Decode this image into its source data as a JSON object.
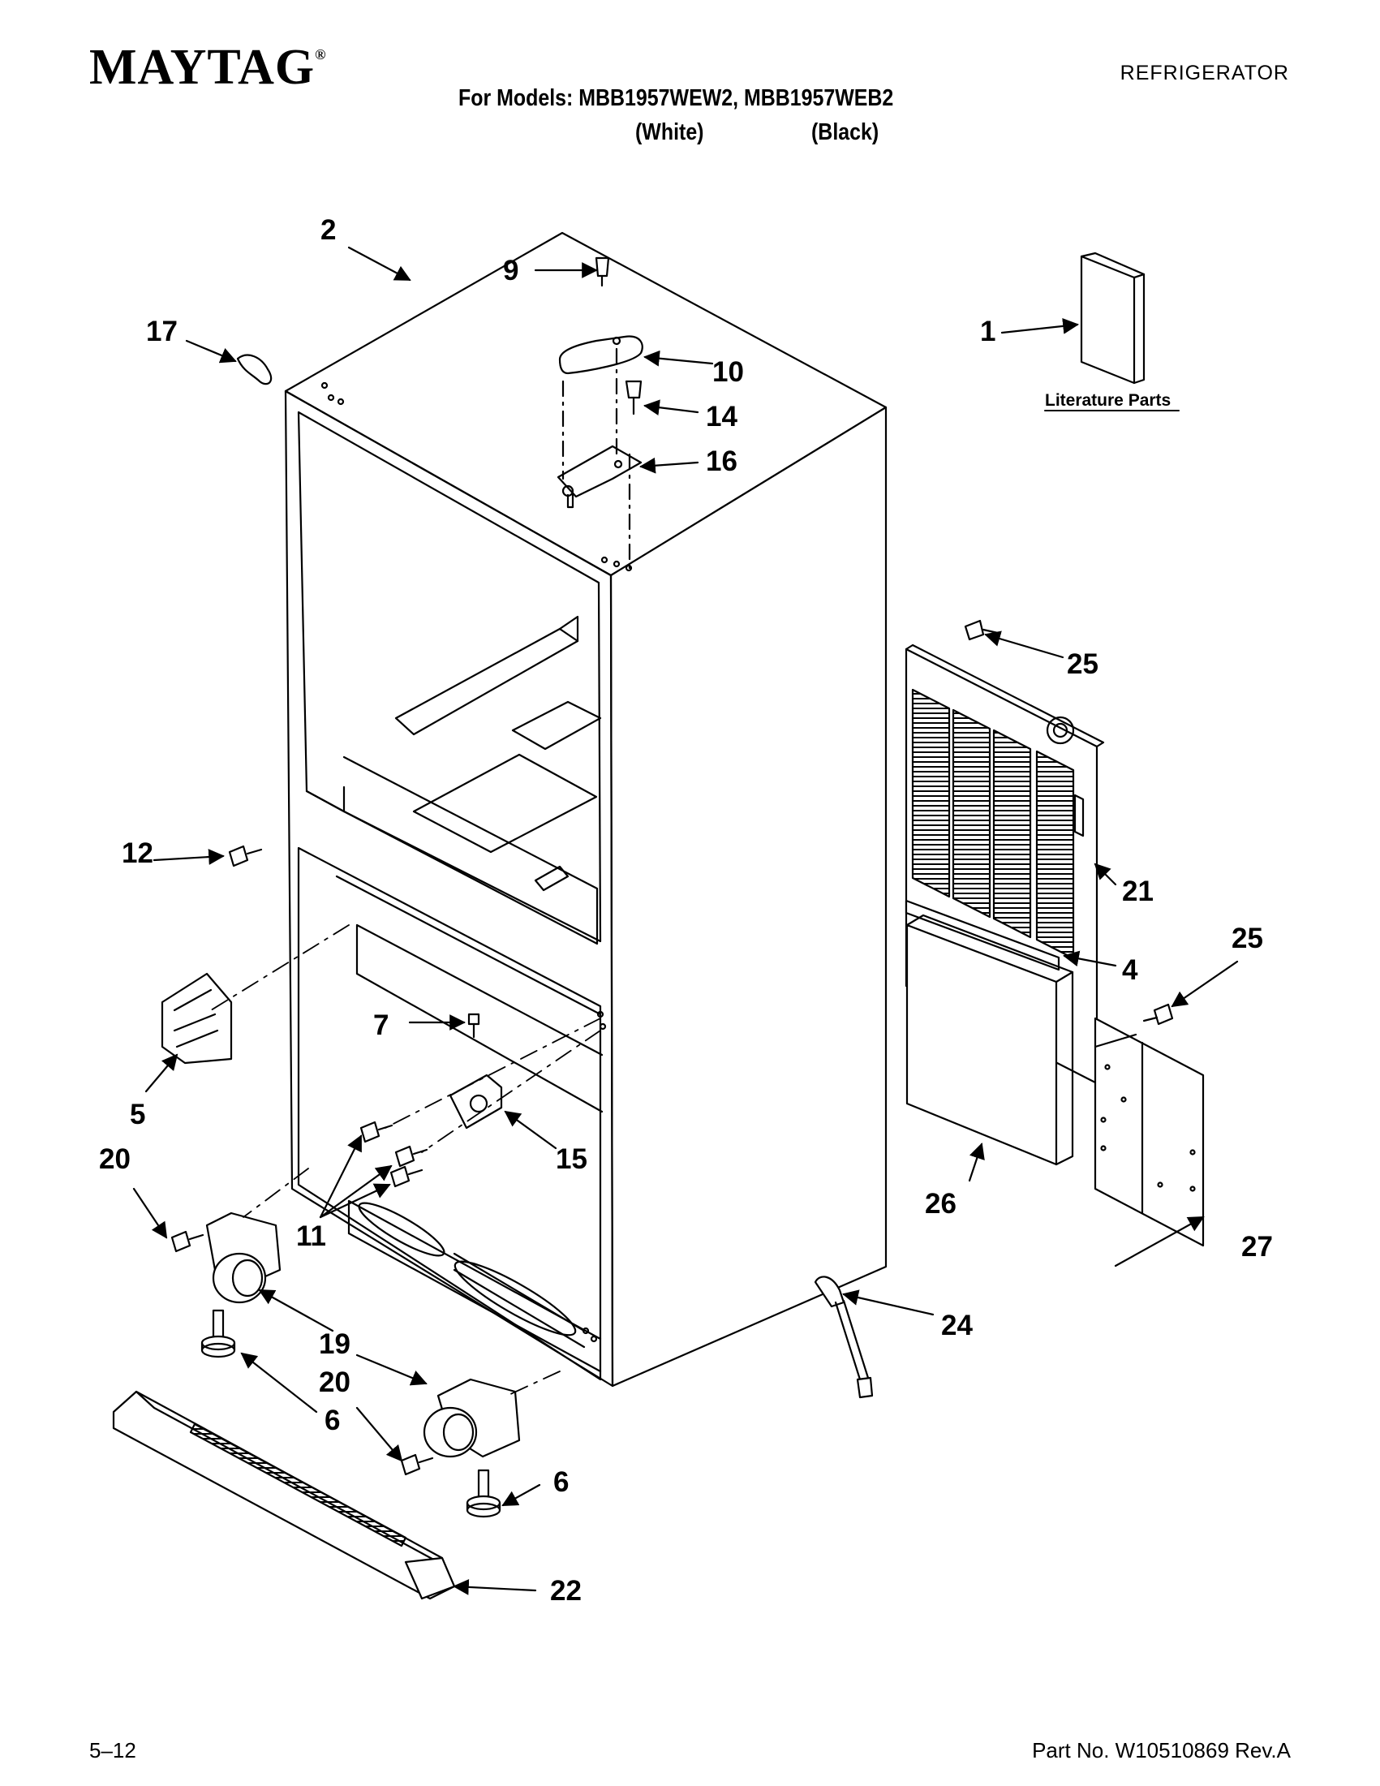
{
  "header": {
    "brand": "MAYTAG",
    "brand_mark": "®",
    "category": "REFRIGERATOR",
    "models_line": "For Models: MBB1957WEW2, MBB1957WEB2",
    "variant_white": "(White)",
    "variant_black": "(Black)"
  },
  "diagram": {
    "literature_label": "Literature Parts",
    "callouts": [
      "1",
      "2",
      "4",
      "5",
      "6",
      "6",
      "7",
      "9",
      "10",
      "11",
      "12",
      "14",
      "15",
      "16",
      "17",
      "19",
      "20",
      "20",
      "21",
      "22",
      "24",
      "25",
      "25",
      "26",
      "27"
    ]
  },
  "footer": {
    "page": "5–12",
    "part_no": "Part No. W10510869 Rev.A"
  },
  "colors": {
    "ink": "#000000",
    "paper": "#ffffff"
  }
}
